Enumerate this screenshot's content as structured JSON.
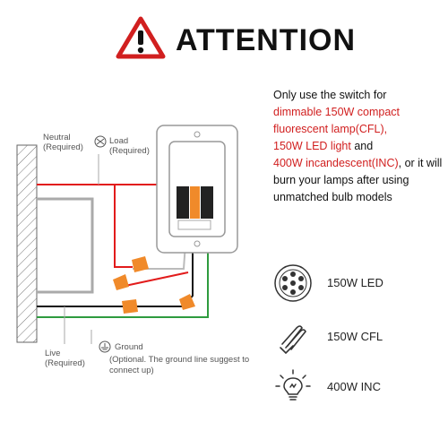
{
  "header": {
    "title": "ATTENTION",
    "icon": "warning-icon",
    "accent_color": "#d11f1f"
  },
  "description": {
    "line1": "Only use the switch for",
    "red1": "dimmable 150W compact fluorescent lamp(CFL),",
    "red2": "150W LED light",
    "mid2": " and",
    "red3": "400W incandescent(INC)",
    "mid3": ", or it will burn your lamps after using unmatched bulb models"
  },
  "diagram": {
    "neutral_label": "Neutral",
    "neutral_sub": "(Required)",
    "load_label": "Load",
    "load_sub": "(Required)",
    "live_label": "Live",
    "live_sub": "(Required)",
    "ground_label": "Ground",
    "ground_note": "(Optional. The ground line suggest to connect up)",
    "wire_colors": {
      "neutral": "#e21b1b",
      "live": "#111111",
      "ground": "#2e9b3e",
      "load": "#e21b1b"
    }
  },
  "products": [
    {
      "icon": "led-bulb-icon",
      "label": "150W LED"
    },
    {
      "icon": "cfl-bulb-icon",
      "label": "150W CFL"
    },
    {
      "icon": "incandescent-bulb-icon",
      "label": "400W INC"
    }
  ]
}
